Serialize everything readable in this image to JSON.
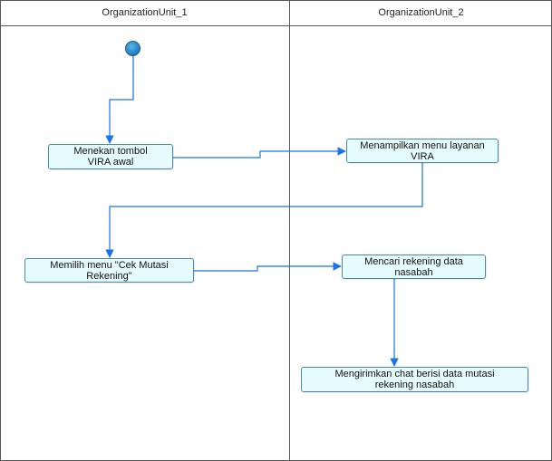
{
  "swimlanes": [
    {
      "title": "OrganizationUnit_1"
    },
    {
      "title": "OrganizationUnit_2"
    }
  ],
  "nodes": {
    "n1": "Menekan tombol VIRA awal",
    "n2": "Menampilkan menu layanan VIRA",
    "n3": "Memilih menu \"Cek Mutasi Rekening\"",
    "n4": "Mencari rekening data nasabah",
    "n5": "Mengirimkan chat berisi data mutasi rekening nasabah"
  },
  "colors": {
    "node_fill": "#e6fbfe",
    "node_border": "#4a8aa6",
    "arrow": "#1a73e8",
    "start": "#2a88c8"
  }
}
